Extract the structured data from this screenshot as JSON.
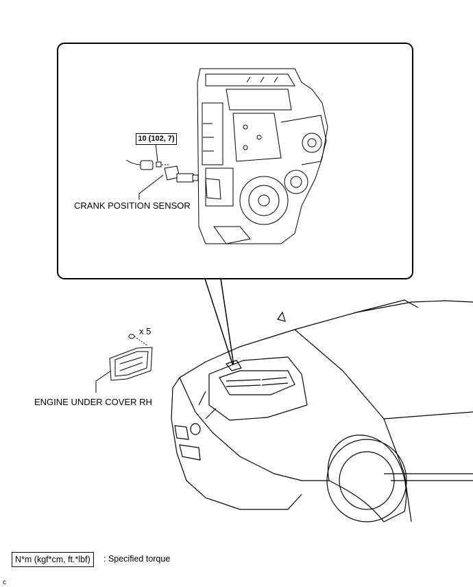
{
  "callout": {
    "torque": "10 (102, 7)",
    "part_label": "CRANK POSITION SENSOR"
  },
  "cover": {
    "count": "x 5",
    "part_label": "ENGINE UNDER COVER RH"
  },
  "legend": {
    "units": "N*m (kgf*cm, ft.*lbf)",
    "description": ": Specified torque"
  },
  "corner_code": "c"
}
